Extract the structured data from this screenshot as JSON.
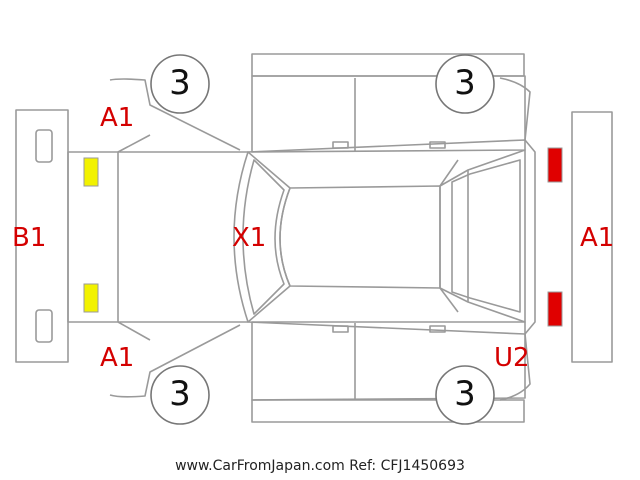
{
  "damage_labels": {
    "front_left_bumper": "A1",
    "front": "B1",
    "front_right_bumper": "A1",
    "roof": "X1",
    "rear": "A1",
    "rear_right": "U2"
  },
  "tire_grades": {
    "front_left": "3",
    "rear_left": "3",
    "front_right": "3",
    "rear_right": "3"
  },
  "footer": {
    "watermark": "www.CarFromJapan.com Ref: CFJ1450693"
  },
  "colors": {
    "outline": "#9a9a9a",
    "damage_text": "#d40000",
    "front_lights": "#f2f200",
    "rear_lights": "#e00000"
  }
}
